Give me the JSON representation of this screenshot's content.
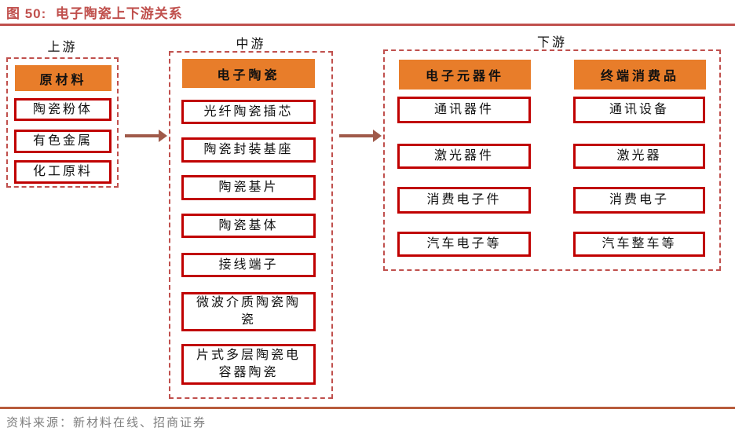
{
  "figure": {
    "title": "图 50:  电子陶瓷上下游关系",
    "source": "资料来源：新材料在线、招商证券"
  },
  "colors": {
    "title_accent": "#c0504d",
    "header_fill": "#e87d2a",
    "item_border": "#c00000",
    "group_dashed_border": "#c0504d",
    "arrow": "#a05a4a",
    "source_text": "#7f7f7f"
  },
  "upstream": {
    "label": "上游",
    "header": "原材料",
    "items": [
      "陶瓷粉体",
      "有色金属",
      "化工原料"
    ]
  },
  "midstream": {
    "label": "中游",
    "header": "电子陶瓷",
    "items": [
      "光纤陶瓷插芯",
      "陶瓷封装基座",
      "陶瓷基片",
      "陶瓷基体",
      "接线端子",
      "微波介质陶瓷陶\n瓷",
      "片式多层陶瓷电\n容器陶瓷"
    ]
  },
  "downstream": {
    "label": "下游",
    "columns": [
      {
        "header": "电子元器件",
        "items": [
          "通讯器件",
          "激光器件",
          "消费电子件",
          "汽车电子等"
        ]
      },
      {
        "header": "终端消费品",
        "items": [
          "通讯设备",
          "激光器",
          "消费电子",
          "汽车整车等"
        ]
      }
    ]
  }
}
